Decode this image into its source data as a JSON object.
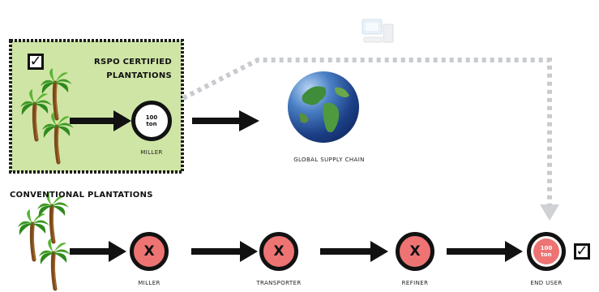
{
  "rspo_section": {
    "title_line1": "RSPO CERTIFIED",
    "title_line2": "PLANTATIONS",
    "checkbox": "✓",
    "miller_value": "100",
    "miller_unit": "ton",
    "miller_label": "MILLER"
  },
  "global_supply_chain_label": "GLOBAL SUPPLY CHAIN",
  "conventional_section": {
    "title": "CONVENTIONAL PLANTATIONS",
    "nodes": [
      {
        "label": "MILLER",
        "mark": "X"
      },
      {
        "label": "TRANSPORTER",
        "mark": "X"
      },
      {
        "label": "REFINER",
        "mark": "X"
      }
    ],
    "end_user": {
      "label": "END USER",
      "value": "100",
      "unit": "ton",
      "checkbox": "✓"
    }
  },
  "icons": [
    "checkbox-icon",
    "palm-tree-icon",
    "arrow-icon",
    "globe-icon",
    "computer-icon",
    "dotted-path"
  ],
  "colors": {
    "rspo_box": "#cfe5a6",
    "rspo_border": "#1e1e1e",
    "red_node": "#ee7474",
    "dotted_path": "#c8cbcf",
    "arrow": "#111111"
  }
}
